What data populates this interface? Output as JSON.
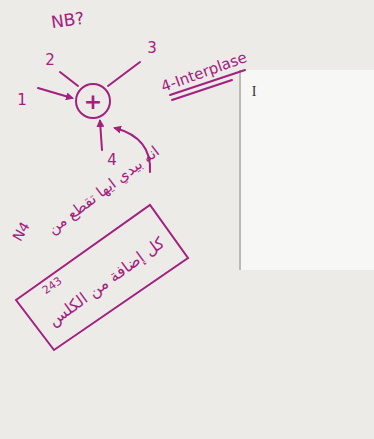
{
  "diagram": {
    "nodes": [
      {
        "text": [
          "+"
        ]
      }
    ],
    "labels": [
      "NB?",
      "2",
      "3",
      "1",
      "4",
      "4-Interplase",
      "انه بيدي ايها تقطع من",
      "N4",
      "243",
      "كل إضافة من الكلس",
      "I"
    ]
  }
}
